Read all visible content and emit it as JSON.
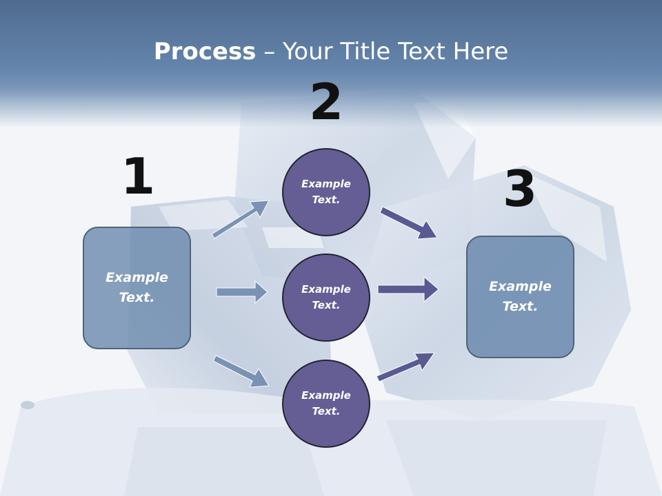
{
  "slide": {
    "title_bold": "Process",
    "title_rest": " – Your Title Text Here"
  },
  "diagram": {
    "steps": [
      {
        "number": "1",
        "box_text": "Example\nText."
      },
      {
        "number": "2",
        "circles": [
          "Example\nText.",
          "Example\nText.",
          "Example\nText."
        ]
      },
      {
        "number": "3",
        "box_text": "Example\nText."
      }
    ]
  },
  "colors": {
    "header": "#5f7ea4",
    "box_fill": "#7b98b8",
    "circle_fill": "#645e95",
    "arrow_light": "#7a93b5",
    "arrow_dark": "#5a5a92"
  },
  "background_image": "ice-cubes"
}
